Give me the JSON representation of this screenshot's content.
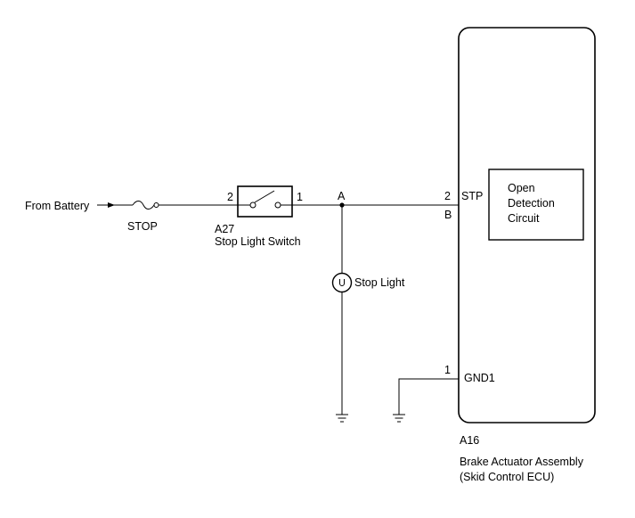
{
  "battery": {
    "label": "From Battery"
  },
  "fuse": {
    "label": "STOP"
  },
  "switch": {
    "code": "A27",
    "name": "Stop Light Switch",
    "pin_left": "2",
    "pin_right": "1"
  },
  "junction": {
    "label": "A"
  },
  "light": {
    "label": "Stop Light"
  },
  "ecu": {
    "code": "A16",
    "name_line1": "Brake Actuator Assembly",
    "name_line2": "(Skid Control ECU)",
    "stp_pin": "2",
    "stp_label": "STP",
    "stp_connector": "B",
    "gnd_pin": "1",
    "gnd_label": "GND1"
  },
  "detection_circuit": {
    "line1": "Open",
    "line2": "Detection",
    "line3": "Circuit"
  }
}
